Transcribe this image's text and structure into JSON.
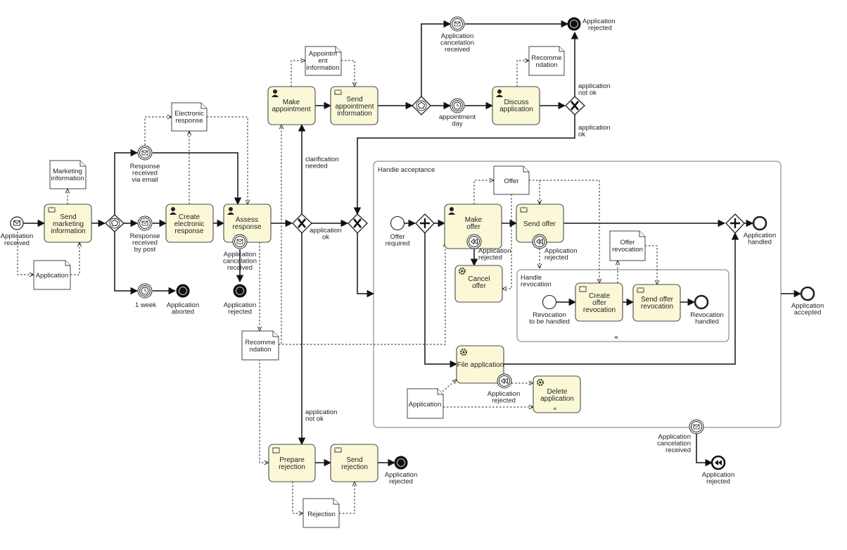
{
  "tasks": [
    {
      "id": "t-send-marketing",
      "lines": [
        "Send",
        "marketing",
        "information"
      ],
      "icon": "envelope"
    },
    {
      "id": "t-create-electronic",
      "lines": [
        "Create",
        "electronic",
        "response"
      ],
      "icon": "user"
    },
    {
      "id": "t-assess",
      "lines": [
        "Assess",
        "response"
      ],
      "icon": "user"
    },
    {
      "id": "t-make-appointment",
      "lines": [
        "Make",
        "appointment"
      ],
      "icon": "user"
    },
    {
      "id": "t-send-appointment",
      "lines": [
        "Send",
        "appointment",
        "information"
      ],
      "icon": "envelope"
    },
    {
      "id": "t-discuss",
      "lines": [
        "Discuss",
        "application"
      ],
      "icon": "user"
    },
    {
      "id": "t-make-offer",
      "lines": [
        "Make",
        "offer"
      ],
      "icon": "user"
    },
    {
      "id": "t-send-offer",
      "lines": [
        "Send offer"
      ],
      "icon": "envelope"
    },
    {
      "id": "t-cancel-offer",
      "lines": [
        "Cancel",
        "offer"
      ],
      "icon": "gear"
    },
    {
      "id": "t-create-revocation",
      "lines": [
        "Create",
        "offer",
        "revocation"
      ],
      "icon": "table"
    },
    {
      "id": "t-send-revocation",
      "lines": [
        "Send offer",
        "revocation"
      ],
      "icon": "envelope"
    },
    {
      "id": "t-file-application",
      "lines": [
        "File application"
      ],
      "icon": "gear"
    },
    {
      "id": "t-delete-application",
      "lines": [
        "Delete",
        "application"
      ],
      "icon": "gear"
    },
    {
      "id": "t-prepare-rejection",
      "lines": [
        "Prepare",
        "rejection"
      ],
      "icon": "table"
    },
    {
      "id": "t-send-rejection",
      "lines": [
        "Send",
        "rejection"
      ],
      "icon": "envelope"
    }
  ],
  "documents": [
    {
      "id": "d-marketing",
      "lines": [
        "Marketing",
        "information"
      ]
    },
    {
      "id": "d-application-1",
      "lines": [
        "Application"
      ]
    },
    {
      "id": "d-electronic",
      "lines": [
        "Electronic",
        "response"
      ]
    },
    {
      "id": "d-appointment",
      "lines": [
        "Appointm",
        "ent",
        "information"
      ]
    },
    {
      "id": "d-recommendation-1",
      "lines": [
        "Recomme",
        "ndation"
      ]
    },
    {
      "id": "d-recommendation-2",
      "lines": [
        "Recomme",
        "ndation"
      ]
    },
    {
      "id": "d-offer",
      "lines": [
        "Offer"
      ]
    },
    {
      "id": "d-offer-revocation",
      "lines": [
        "Offer",
        "revocation"
      ]
    },
    {
      "id": "d-application-2",
      "lines": [
        "Application"
      ]
    },
    {
      "id": "d-rejection",
      "lines": [
        "Rejection"
      ]
    }
  ],
  "labels": [
    {
      "id": "l-app-received",
      "lines": [
        "Application",
        "received"
      ]
    },
    {
      "id": "l-resp-email",
      "lines": [
        "Response",
        "received",
        "via email"
      ]
    },
    {
      "id": "l-resp-post",
      "lines": [
        "Response",
        "received",
        "by post"
      ]
    },
    {
      "id": "l-1week",
      "lines": [
        "1 week"
      ]
    },
    {
      "id": "l-app-aborted",
      "lines": [
        "Application",
        "aborted"
      ]
    },
    {
      "id": "l-assess-cancel",
      "lines": [
        "Application",
        "cancelation",
        "received"
      ]
    },
    {
      "id": "l-assess-rejected",
      "lines": [
        "Application",
        "rejected"
      ]
    },
    {
      "id": "l-clarification",
      "lines": [
        "clarification",
        "needed"
      ]
    },
    {
      "id": "l-app-ok-1",
      "lines": [
        "application",
        "ok"
      ]
    },
    {
      "id": "l-app-not-ok-1",
      "lines": [
        "application",
        "not ok"
      ]
    },
    {
      "id": "l-cancel-top",
      "lines": [
        "Application",
        "cancelation",
        "received"
      ]
    },
    {
      "id": "l-rejected-top",
      "lines": [
        "Application",
        "rejected"
      ]
    },
    {
      "id": "l-appointment-day",
      "lines": [
        "appointment",
        "day"
      ]
    },
    {
      "id": "l-app-not-ok-2",
      "lines": [
        "application",
        "not ok"
      ]
    },
    {
      "id": "l-app-ok-2",
      "lines": [
        "application",
        "ok"
      ]
    },
    {
      "id": "l-handle-acceptance",
      "lines": [
        "Handle acceptance"
      ]
    },
    {
      "id": "l-offer-required",
      "lines": [
        "Offer",
        "required"
      ]
    },
    {
      "id": "l-make-offer-rejected",
      "lines": [
        "Application",
        "rejected"
      ]
    },
    {
      "id": "l-send-offer-rejected",
      "lines": [
        "Application",
        "rejected"
      ]
    },
    {
      "id": "l-app-handled",
      "lines": [
        "Application",
        "handled"
      ]
    },
    {
      "id": "l-handle-revocation",
      "lines": [
        "Handle",
        "revocation"
      ]
    },
    {
      "id": "l-revocation-tbh",
      "lines": [
        "Revocation",
        "to be handled"
      ]
    },
    {
      "id": "l-revocation-handled",
      "lines": [
        "Revocation",
        "handled"
      ]
    },
    {
      "id": "l-file-rejected",
      "lines": [
        "Application",
        "rejected"
      ]
    },
    {
      "id": "l-app-accepted",
      "lines": [
        "Application",
        "accepted"
      ]
    },
    {
      "id": "l-bottom-cancel",
      "lines": [
        "Application",
        "cancelation",
        "received"
      ]
    },
    {
      "id": "l-bottom-rejected",
      "lines": [
        "Application",
        "rejected"
      ]
    },
    {
      "id": "l-rejection-end",
      "lines": [
        "Application",
        "rejected"
      ]
    }
  ]
}
